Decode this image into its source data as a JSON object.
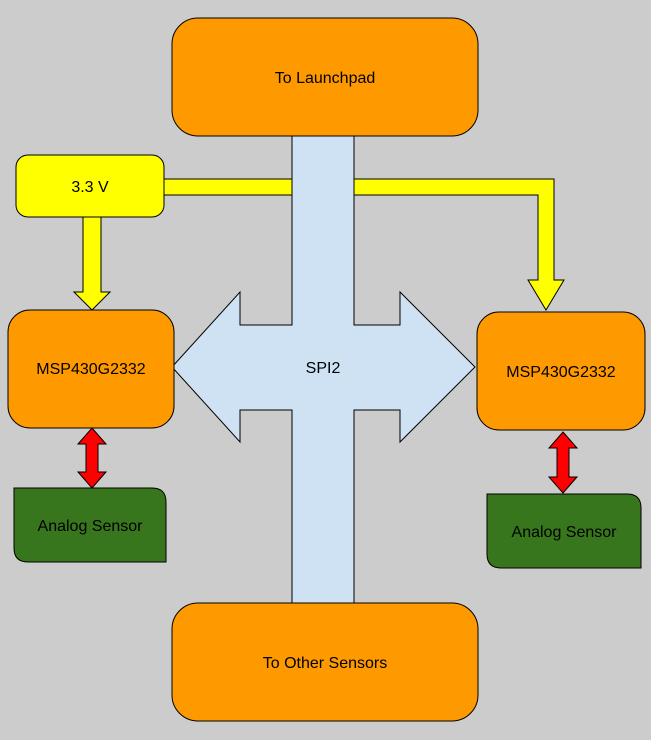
{
  "colors": {
    "background": "#cccccc",
    "node_fill": "#ff9900",
    "power_fill": "#ffff00",
    "power_line": "#ffff00",
    "bus_fill": "#cfe2f3",
    "sensor_fill": "#38761d",
    "signal_arrow": "#ff0000",
    "stroke": "#000000"
  },
  "nodes": {
    "launchpad": "To Launchpad",
    "power": "3.3 V",
    "mcu_left": "MSP430G2332",
    "mcu_right": "MSP430G2332",
    "sensor_left": "Analog Sensor",
    "sensor_right": "Analog Sensor",
    "other_sensors": "To Other Sensors"
  },
  "bus": {
    "label": "SPI2"
  }
}
